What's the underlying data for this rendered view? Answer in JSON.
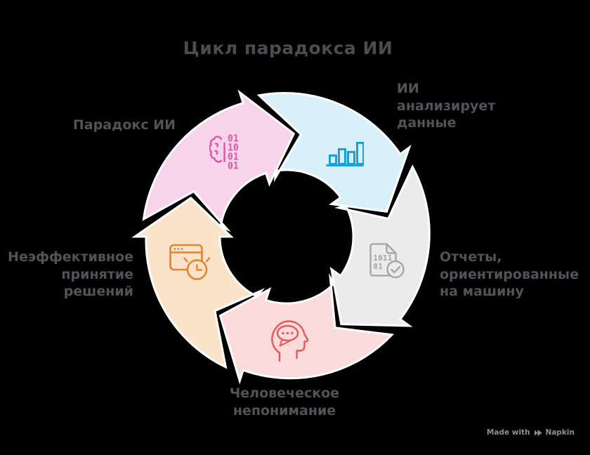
{
  "title": "Цикл парадокса ИИ",
  "watermark": {
    "made_with": "Made with",
    "brand": "Napkin"
  },
  "colors": {
    "background": "#000000",
    "title_text": "#4b4c4e",
    "label_text": "#525356",
    "watermark_text": "#8f8f8f",
    "segment_outline": "#ffffff"
  },
  "cycle": {
    "direction": "clockwise",
    "segments": [
      {
        "id": "ai-paradox",
        "label": "Парадокс ИИ",
        "fill": "#f8d3ec",
        "icon": "brain-binary-icon",
        "icon_color": "#df55a4",
        "icon_text": [
          "01",
          "10",
          "01",
          "01"
        ]
      },
      {
        "id": "ai-analyzes-data",
        "label": "ИИ\nанализирует\nданные",
        "fill": "#d7f0fa",
        "icon": "bar-chart-icon",
        "icon_color": "#1ba1d6"
      },
      {
        "id": "machine-reports",
        "label": "Отчеты,\nориентированные\nна машину",
        "fill": "#ebebeb",
        "icon": "document-check-icon",
        "icon_color": "#a3a3a3",
        "icon_text": [
          "1011",
          "01"
        ]
      },
      {
        "id": "human-misunderstanding",
        "label": "Человеческое\nнепонимание",
        "fill": "#fadada",
        "icon": "head-speech-icon",
        "icon_color": "#e05a5a"
      },
      {
        "id": "ineffective-decisions",
        "label": "Неэффективное\nпринятие\nрешений",
        "fill": "#fbe3c9",
        "icon": "window-clock-icon",
        "icon_color": "#df8430"
      }
    ]
  }
}
